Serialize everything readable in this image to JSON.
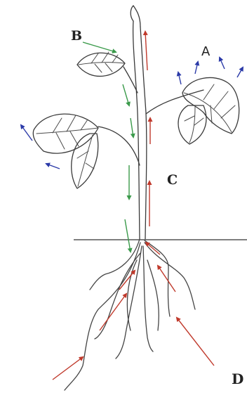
{
  "labels": {
    "A": "A",
    "B": "B",
    "C": "C",
    "D": "D"
  },
  "colors": {
    "water_arrow": "#c0392b",
    "food_arrow": "#3a9a4a",
    "vapour_arrow": "#2b3aa8",
    "ink": "#3a3a3a",
    "background": "#ffffff"
  }
}
